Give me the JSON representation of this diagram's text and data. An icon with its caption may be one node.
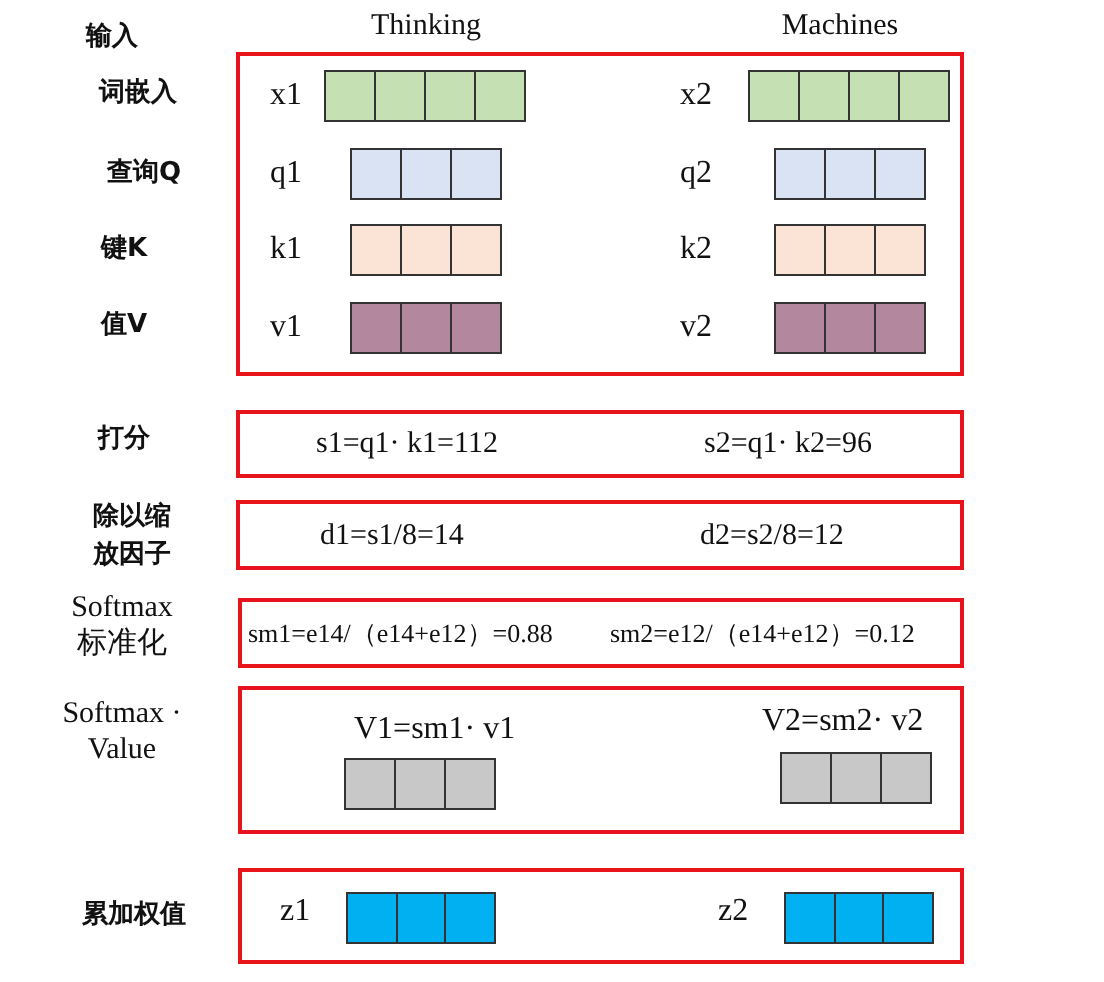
{
  "diagram": {
    "nodes": [
      {
        "text": [],
        "shape": "box"
      },
      {
        "text": [],
        "shape": "bar",
        "in": 0,
        "beside": [
          "x1"
        ]
      },
      {
        "text": [],
        "shape": "bar",
        "in": 0,
        "beside": [
          "x2"
        ]
      },
      {
        "text": [],
        "shape": "bar",
        "in": 0,
        "beside": [
          "q1"
        ]
      },
      {
        "text": [],
        "shape": "bar",
        "in": 0,
        "beside": [
          "q2"
        ]
      },
      {
        "text": [],
        "shape": "bar",
        "in": 0,
        "beside": [
          "k1"
        ]
      },
      {
        "text": [],
        "shape": "bar",
        "in": 0,
        "beside": [
          "k2"
        ]
      },
      {
        "text": [],
        "shape": "bar",
        "in": 0,
        "beside": [
          "v1"
        ]
      },
      {
        "text": [],
        "shape": "bar",
        "in": 0,
        "beside": [
          "v2"
        ]
      },
      {
        "text": [
          "s1=q1· k1=112",
          "s2=q1· k2=96"
        ]
      },
      {
        "text": [
          "d1=s1/8=14",
          "d2=s2/8=12"
        ]
      },
      {
        "text": [
          "sm1=e14/（e14+e12）=0.88",
          "sm2=e12/（e14+e12）=0.12"
        ]
      },
      {
        "text": [],
        "shape": "box"
      },
      {
        "text": [],
        "shape": "bar",
        "in": 12,
        "beside": [
          "V1=sm1· v1"
        ]
      },
      {
        "text": [],
        "shape": "bar",
        "in": 12,
        "beside": [
          "V2=sm2· v2"
        ]
      },
      {
        "text": [],
        "shape": "box"
      },
      {
        "text": [],
        "shape": "bar",
        "in": 15,
        "beside": [
          "z1"
        ]
      },
      {
        "text": [],
        "shape": "bar",
        "in": 15,
        "beside": [
          "z2"
        ]
      }
    ],
    "labels": [
      "输入",
      "Thinking",
      "Machines",
      "词嵌入",
      "查询Q",
      "键K",
      "值V",
      "打分",
      "除以缩放因子",
      "Softmax 标准化",
      "Softmax · Value",
      "累加权值"
    ]
  }
}
